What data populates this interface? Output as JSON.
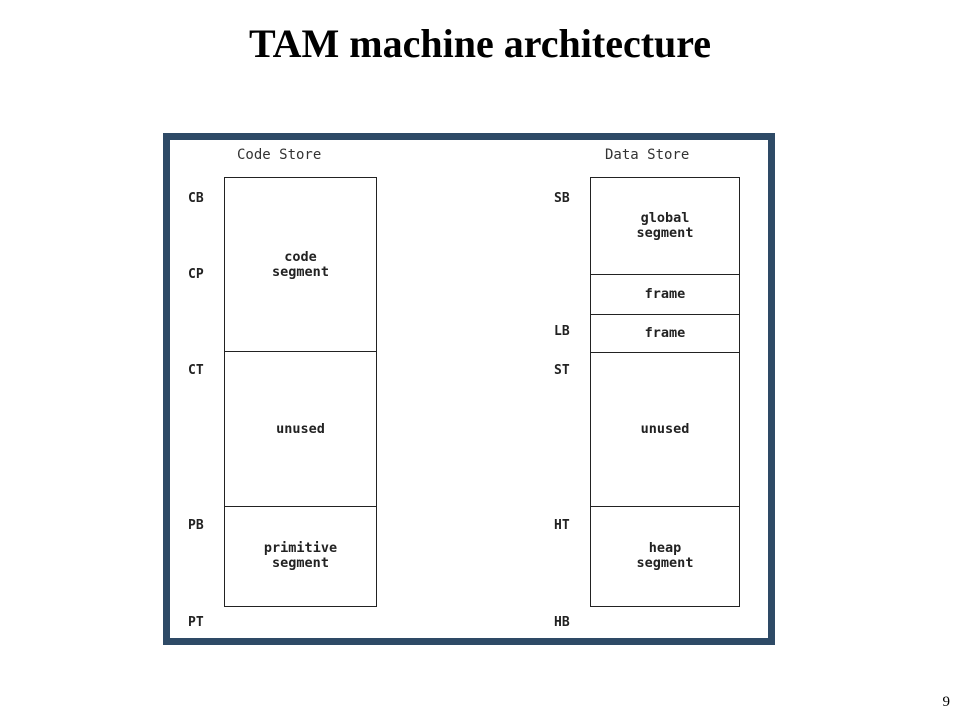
{
  "slide": {
    "title": "TAM machine architecture",
    "page_number": "9"
  },
  "code_store": {
    "title": "Code Store",
    "pointers": [
      "CB",
      "CP",
      "CT",
      "PB",
      "PT"
    ],
    "segments": [
      "code\nsegment",
      "unused",
      "primitive\nsegment"
    ]
  },
  "data_store": {
    "title": "Data Store",
    "pointers": [
      "SB",
      "LB",
      "ST",
      "HT",
      "HB"
    ],
    "segments": [
      "global\nsegment",
      "frame",
      "frame",
      "unused",
      "heap\nsegment"
    ]
  }
}
